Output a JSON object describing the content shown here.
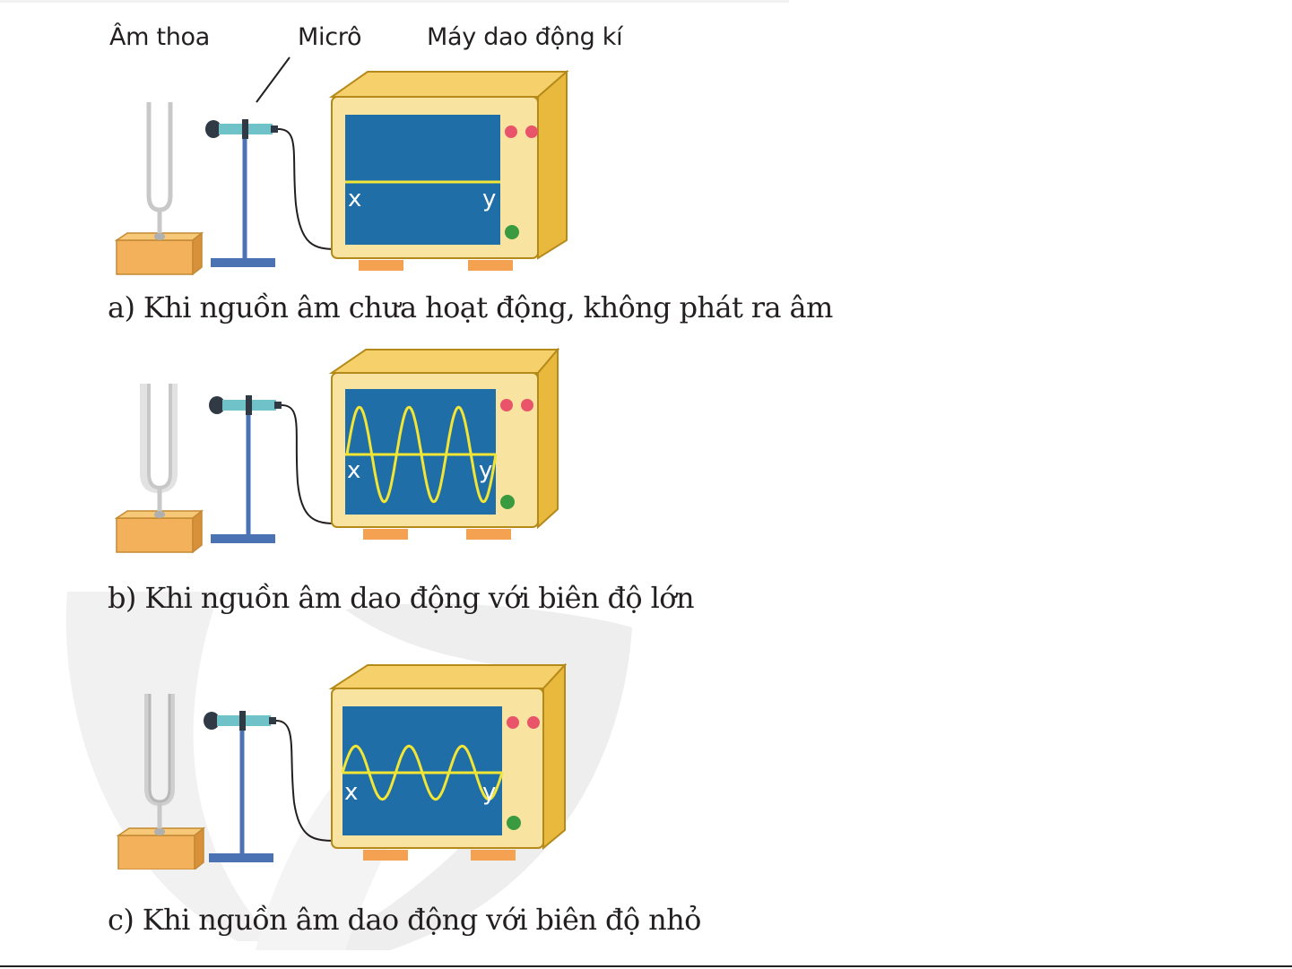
{
  "labels": {
    "tuning_fork": "Âm thoa",
    "microphone": "Micrô",
    "oscilloscope": "Máy dao động kí"
  },
  "axis": {
    "x": "x",
    "y": "y"
  },
  "panels": [
    {
      "caption": "a) Khi nguồn âm chưa hoạt động, không phát ra âm",
      "amplitude": 0,
      "cycles": 0
    },
    {
      "caption": "b) Khi nguồn âm dao động với biên độ lớn",
      "amplitude": 0.85,
      "cycles": 3
    },
    {
      "caption": "c) Khi nguồn âm dao động với biên độ nhỏ",
      "amplitude": 0.45,
      "cycles": 3
    }
  ],
  "colors": {
    "screen": "#1f6ea8",
    "case_front": "#f8e3a1",
    "case_side": "#e8b93c",
    "case_edge": "#b58a1a",
    "trace": "#f3e533",
    "button_red": "#e9546b",
    "button_green": "#3a9a3f",
    "stand": "#4b73b4",
    "wood": "#f2b15a"
  }
}
